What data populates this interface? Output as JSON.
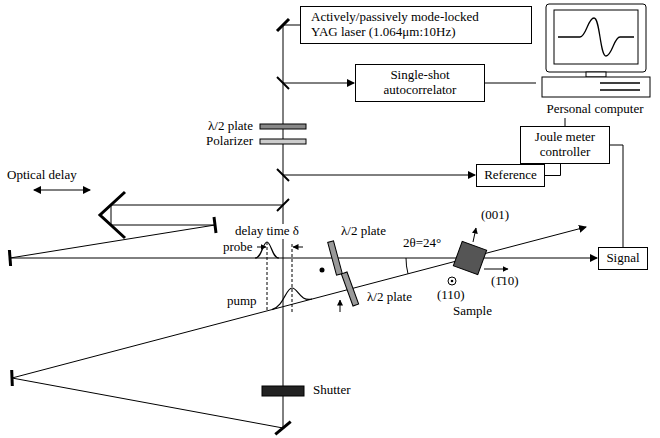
{
  "diagram": {
    "nodes": [
      {
        "text": [
          "Actively/passively mode-locked YAG laser (1.064μm:10Hz)"
        ]
      },
      {
        "text": [
          "Single-shot autocorrelator"
        ]
      },
      {
        "text": [
          "Personal computer"
        ]
      },
      {
        "text": [
          "Joule meter controller"
        ]
      },
      {
        "text": [
          "Reference"
        ]
      },
      {
        "text": [
          "Signal"
        ]
      }
    ],
    "edges": [
      {
        "from": 1,
        "to": 2,
        "arrow": "none"
      },
      {
        "from": 2,
        "to": 3,
        "arrow": "none"
      },
      {
        "from": 4,
        "to": 3,
        "arrow": "none"
      },
      {
        "from": 5,
        "to": 3,
        "arrow": "none"
      }
    ],
    "labels": [
      "λ/2 plate",
      "Polarizer",
      "Optical delay",
      "delay time δ",
      "probe",
      "pump",
      "λ/2 plate",
      "λ/2 plate",
      "2θ=24°",
      "(001)",
      "(110)",
      "(1̄10)",
      "Sample",
      "Shutter"
    ]
  }
}
